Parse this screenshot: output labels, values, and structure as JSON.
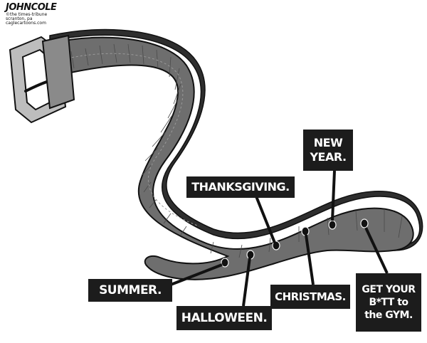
{
  "signature": {
    "artist": "JOHNCOLE",
    "credit_line_1": "©THE TIMES-TRIBUNE",
    "credit_line_2": "SCRANTON, PA",
    "credit_line_3": "CAGLECARTOONS.COM"
  },
  "labels": {
    "summer": "SUMMER.",
    "halloween": "HALLOWEEN.",
    "thanksgiving": "THANKSGIVING.",
    "christmas": "CHRISTMAS.",
    "new_year_line_1": "NEW",
    "new_year_line_2": "YEAR.",
    "gym_line_1": "GET YOUR",
    "gym_line_2": "B*TT to",
    "gym_line_3": "the GYM."
  },
  "colors": {
    "belt": "#6e6e6e",
    "belt_shadow": "#3a3a3a",
    "label_bg": "#1c1c1c",
    "label_text": "#ffffff"
  }
}
